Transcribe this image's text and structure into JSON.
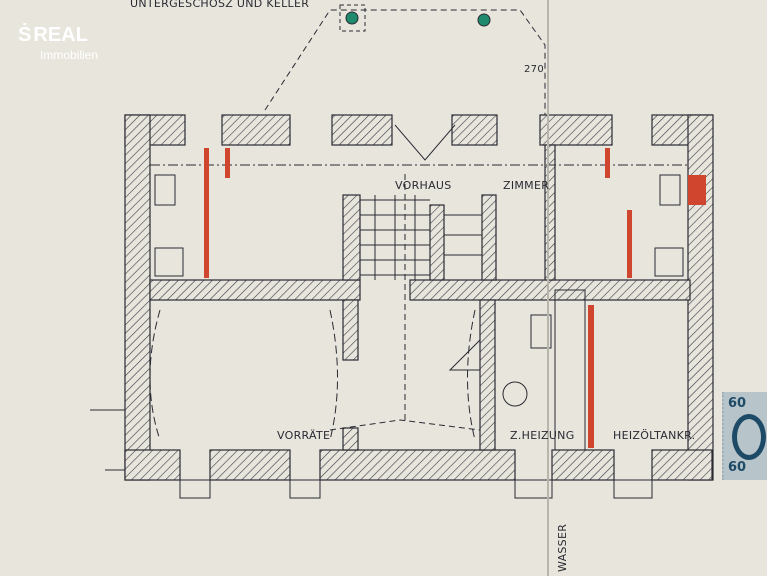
{
  "logo": {
    "mark": "Ṡ",
    "brand": "REAL",
    "sub": "Immobilien"
  },
  "plan": {
    "title": "UNTERGESCHOSZ UND KELLER",
    "dimension": "270",
    "rooms": {
      "vorhaus": "VORHAUS",
      "zimmer": "ZIMMER",
      "vorraete": "VORRÄTE",
      "heizung": "Z.HEIZUNG",
      "tank": "HEIZÖLTANKR."
    },
    "wasser": "WASSER"
  },
  "stamp": {
    "value": "60"
  },
  "colors": {
    "paper": "#e7e5dc",
    "ink": "#2a2a33",
    "red": "#d0452e",
    "green": "#1f8a6e"
  }
}
